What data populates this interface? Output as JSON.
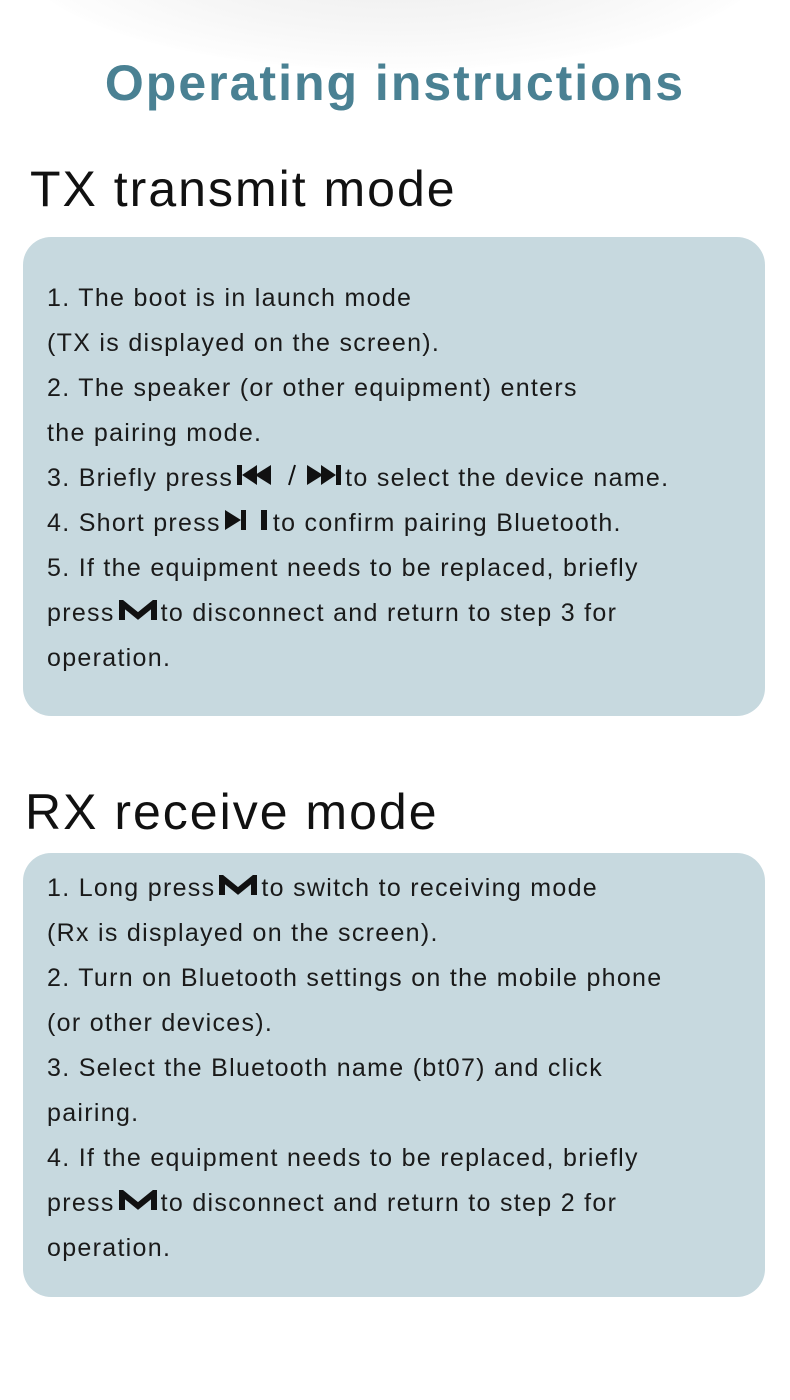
{
  "title": "Operating instructions",
  "tx": {
    "heading": "TX transmit mode",
    "lines": [
      {
        "pre": "1. The boot is in launch mode",
        "icon": null,
        "post": ""
      },
      {
        "pre": "(TX is displayed on the screen).",
        "icon": null,
        "post": ""
      },
      {
        "pre": "2. The speaker (or other equipment) enters",
        "icon": null,
        "post": ""
      },
      {
        "pre": "the pairing mode.",
        "icon": null,
        "post": ""
      },
      {
        "pre": "3. Briefly press",
        "icon": "prev-next-icon",
        "post": "to select the device name."
      },
      {
        "pre": "4. Short press",
        "icon": "play-pause-icon",
        "post": "to confirm pairing Bluetooth."
      },
      {
        "pre": "5. If the equipment needs to be replaced, briefly",
        "icon": null,
        "post": ""
      },
      {
        "pre": "press",
        "icon": "mode-m-icon",
        "post": "to disconnect and return to step 3 for"
      },
      {
        "pre": "operation.",
        "icon": null,
        "post": ""
      }
    ]
  },
  "rx": {
    "heading": "RX receive mode",
    "lines": [
      {
        "pre": "1. Long press",
        "icon": "mode-m-icon",
        "post": "to switch to receiving mode"
      },
      {
        "pre": "(Rx is displayed on the screen).",
        "icon": null,
        "post": ""
      },
      {
        "pre": "2. Turn on Bluetooth settings on the mobile phone",
        "icon": null,
        "post": ""
      },
      {
        "pre": " (or other devices).",
        "icon": null,
        "post": ""
      },
      {
        "pre": "3. Select the Bluetooth name (bt07) and click",
        "icon": null,
        "post": ""
      },
      {
        "pre": "pairing.",
        "icon": null,
        "post": ""
      },
      {
        "pre": "4. If the equipment needs to be replaced, briefly",
        "icon": null,
        "post": ""
      },
      {
        "pre": "press",
        "icon": "mode-m-icon",
        "post": "to disconnect and return to step 2 for"
      },
      {
        "pre": "operation.",
        "icon": null,
        "post": ""
      }
    ]
  },
  "colors": {
    "title": "#4a8193",
    "box": "#c7d9df"
  }
}
